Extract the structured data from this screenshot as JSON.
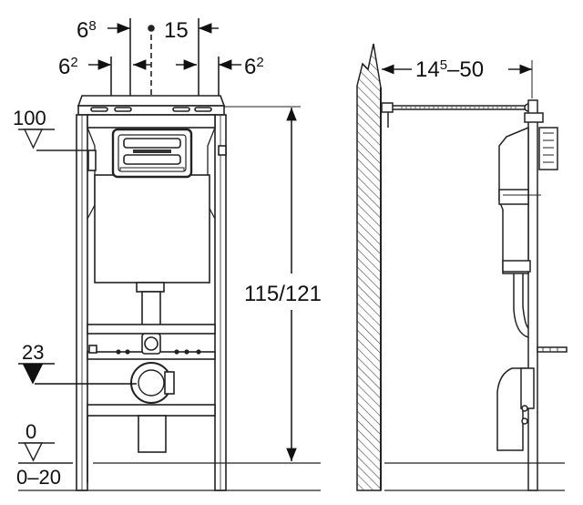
{
  "front_view": {
    "dim_top_left": {
      "main": "6",
      "sup": "8"
    },
    "dim_top_right": "15",
    "dim_mid_left": {
      "main": "6",
      "sup": "2"
    },
    "dim_mid_right": {
      "main": "6",
      "sup": "2"
    },
    "level_frame_top": "100",
    "level_drain": "23",
    "level_floor": "0",
    "floor_range": "0–20",
    "height_label": "115/121"
  },
  "side_view": {
    "depth_label": {
      "a": "14",
      "sup": "5",
      "b": "–50"
    }
  }
}
